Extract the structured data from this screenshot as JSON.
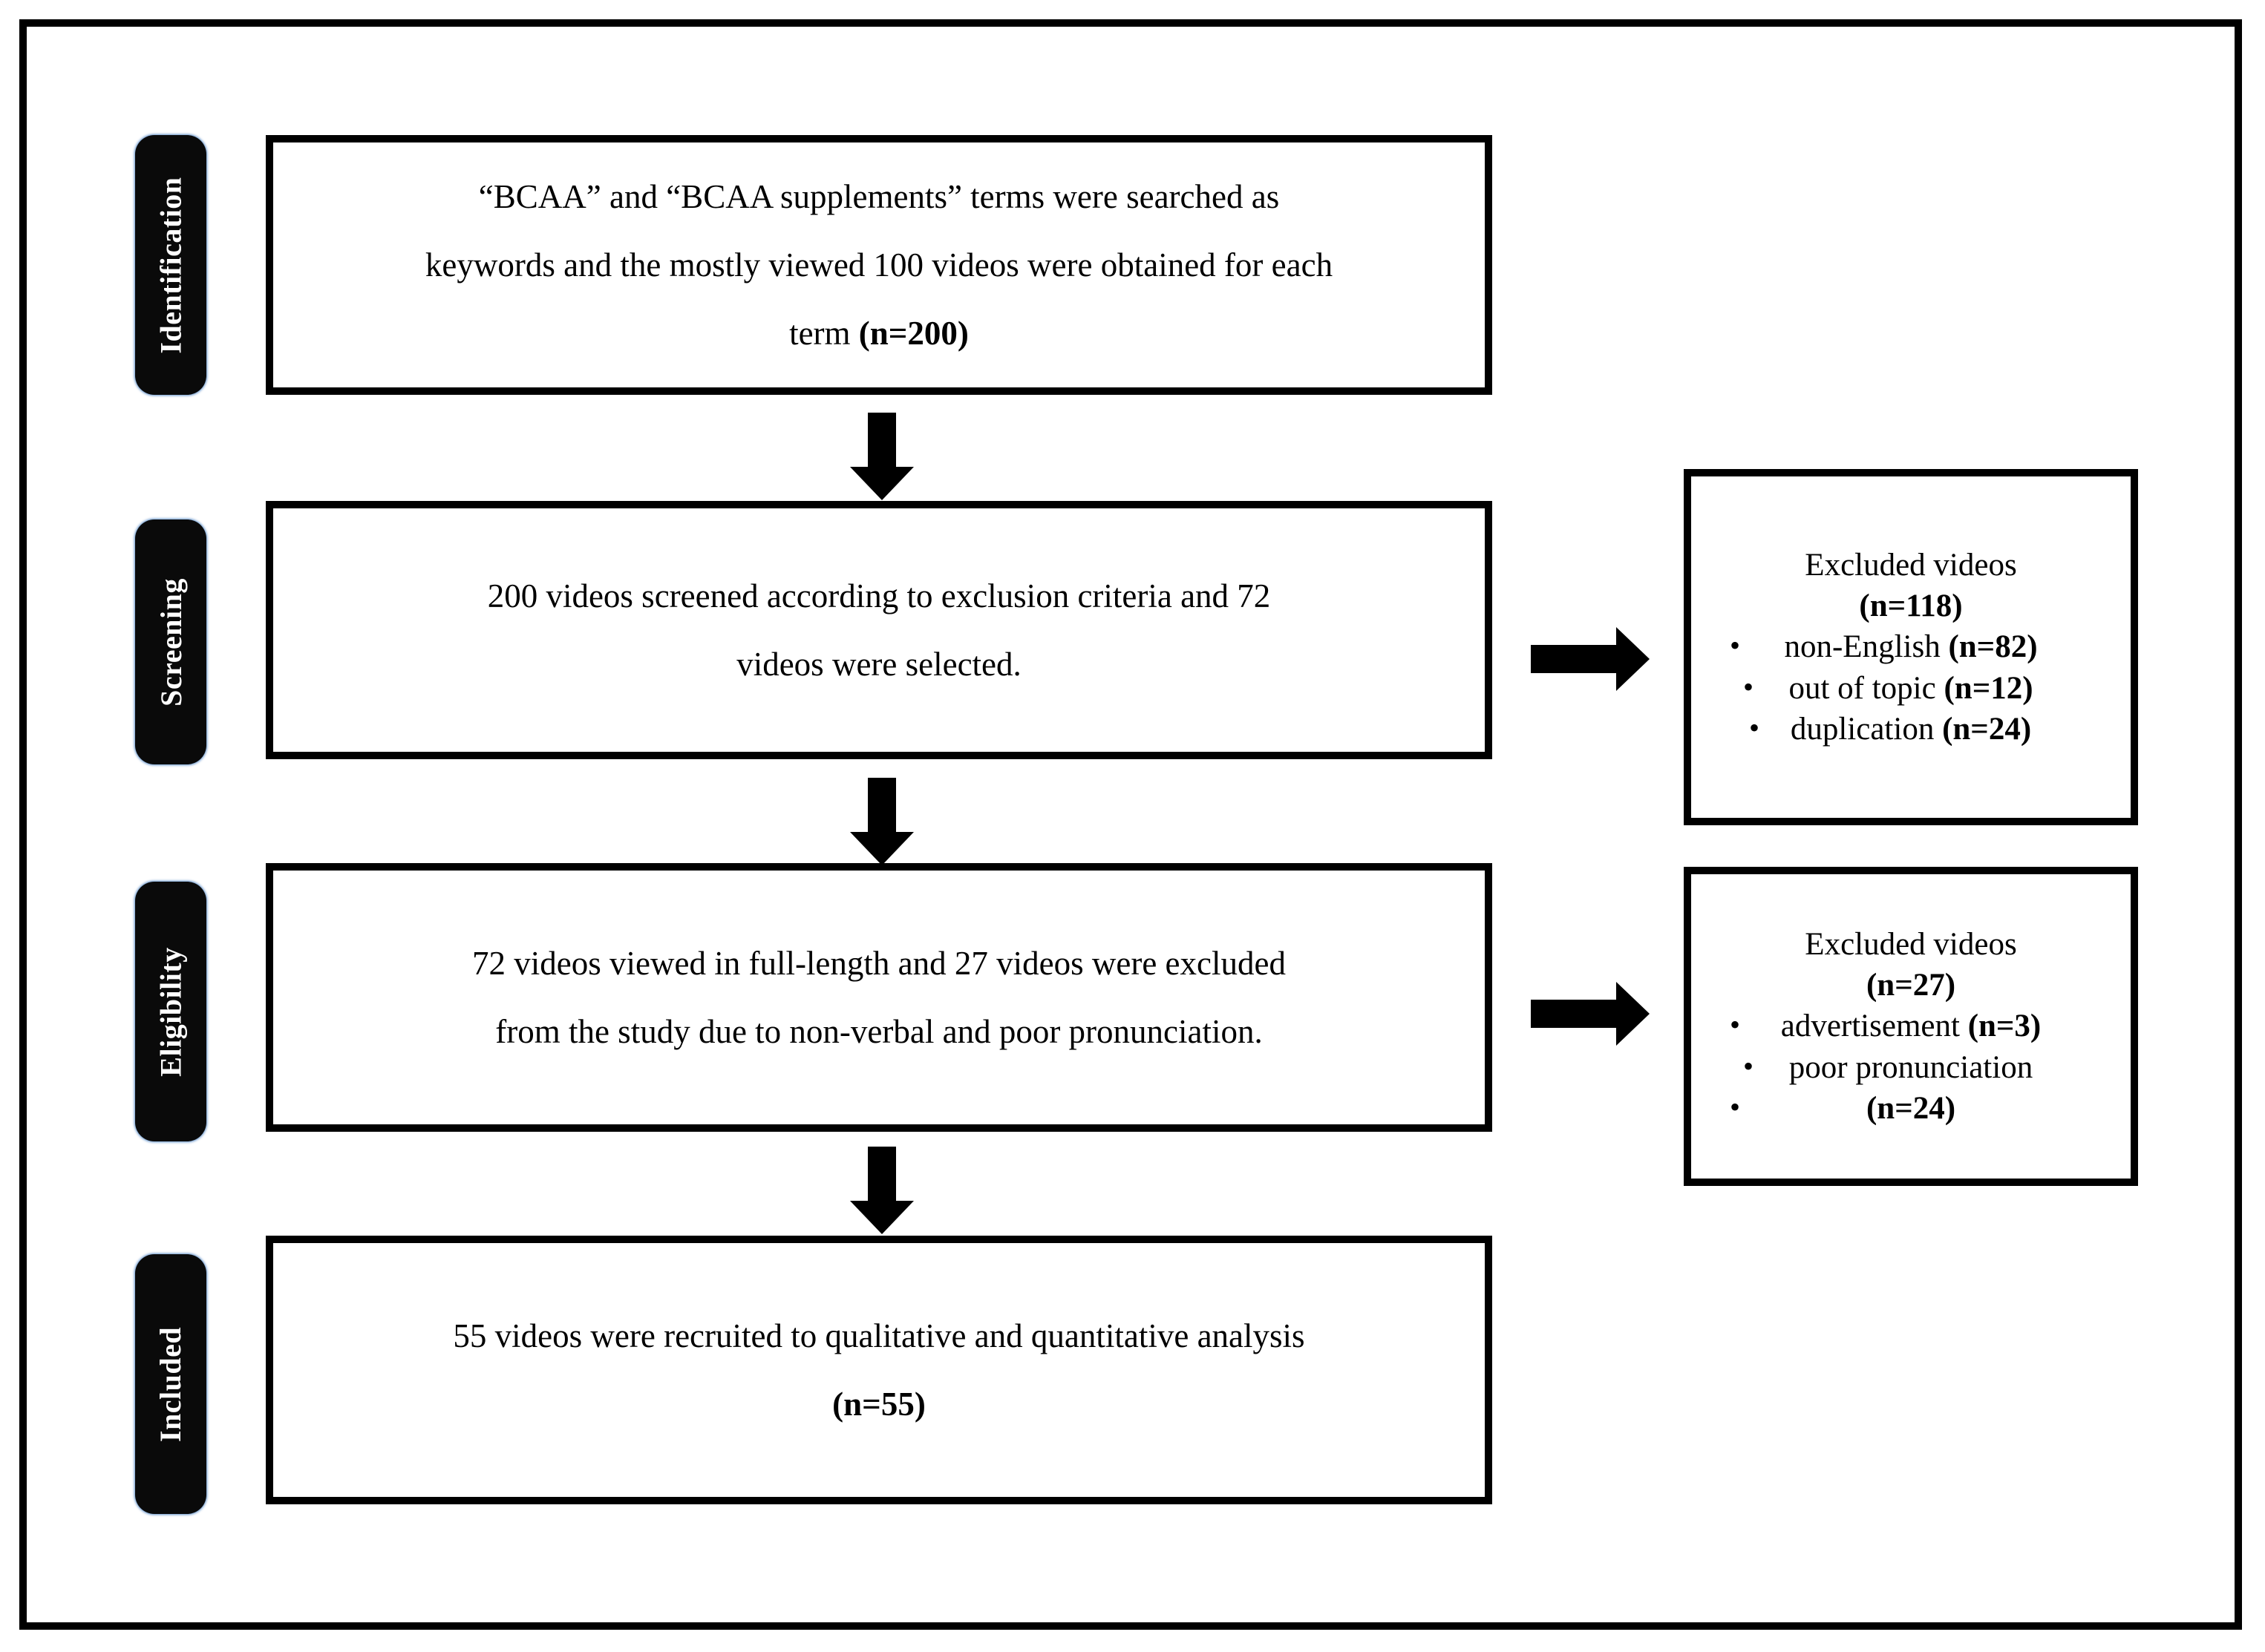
{
  "figure": {
    "type": "prisma-flow-diagram",
    "stages": [
      {
        "id": "identification",
        "tab_label": "Identification",
        "box_lines": [
          "“BCAA” and “BCAA supplements” terms were searched as",
          "keywords and the mostly viewed 100 videos were obtained for each",
          "term (n=200)"
        ],
        "box_line3_plain": "term ",
        "box_line3_bold": "(n=200)"
      },
      {
        "id": "screening",
        "tab_label": "Screening",
        "box_lines": [
          "200 videos screened according to exclusion criteria and 72",
          "videos were selected."
        ]
      },
      {
        "id": "eligibility",
        "tab_label": "Eligibility",
        "box_lines": [
          "72 videos viewed in full-length and 27 videos were excluded",
          "from the study due to non-verbal and poor pronunciation."
        ]
      },
      {
        "id": "included",
        "tab_label": "Included",
        "box_lines": [
          "55 videos were recruited to qualitative and quantitative analysis",
          "(n=55)"
        ],
        "box_line2_bold": "(n=55)"
      }
    ],
    "excluded_boxes": [
      {
        "id": "excluded-screening",
        "title": "Excluded videos",
        "count": "(n=118)",
        "items": [
          {
            "label": "non-English ",
            "count": "(n=82)"
          },
          {
            "label": "out of topic ",
            "count": "(n=12)"
          },
          {
            "label": "duplication ",
            "count": "(n=24)"
          }
        ]
      },
      {
        "id": "excluded-eligibility",
        "title": "Excluded videos",
        "count": "(n=27)",
        "items": [
          {
            "label": "advertisement ",
            "count": "(n=3)"
          },
          {
            "label": "poor pronunciation",
            "count": "(n=24)"
          }
        ]
      }
    ],
    "arrows": {
      "down_identification_to_screening": "arrow-down-icon",
      "down_screening_to_eligibility": "arrow-down-icon",
      "down_eligibility_to_included": "arrow-down-icon",
      "right_screening_to_excluded": "arrow-right-icon",
      "right_eligibility_to_excluded": "arrow-right-icon"
    },
    "colors": {
      "stroke": "#000000",
      "background": "#ffffff",
      "tab_fill": "#0a0a0a",
      "tab_text": "#ffffff",
      "tab_glow": "#3c78be"
    }
  }
}
